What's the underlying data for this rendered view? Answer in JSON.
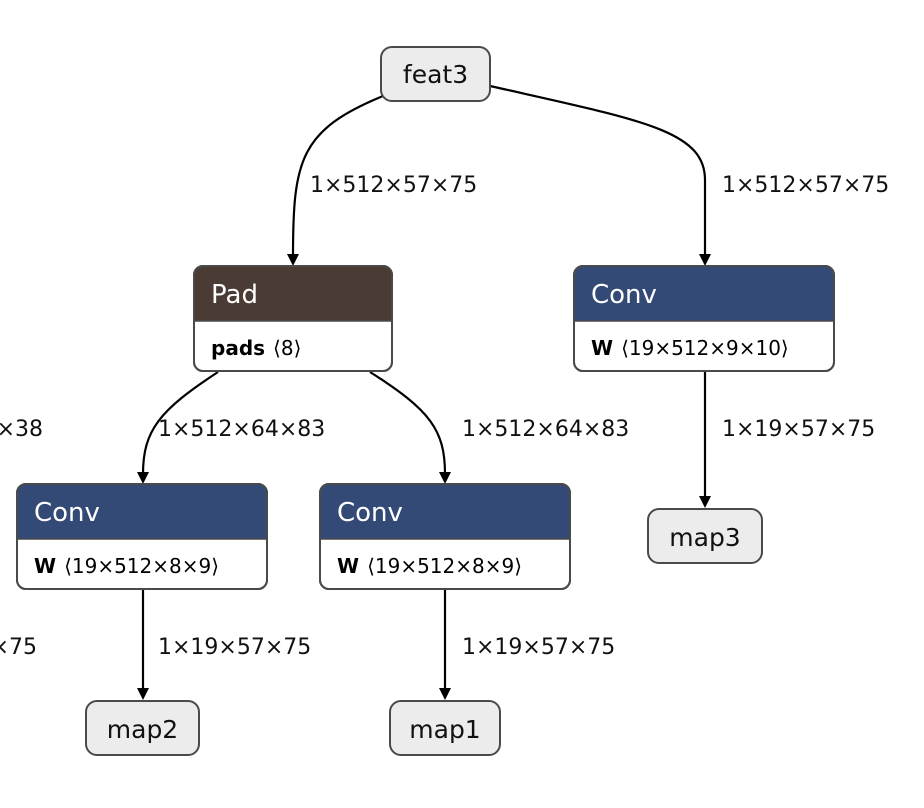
{
  "colors": {
    "conv_header": "#334a76",
    "pad_header": "#4b3b35",
    "io_fill": "#ececec",
    "outline": "#4a4a4a"
  },
  "nodes": {
    "feat3": "feat3",
    "pad": {
      "title": "Pad",
      "attr_key": "pads",
      "attr_val": "⟨8⟩"
    },
    "conv_left": {
      "title": "Conv",
      "attr_key": "W",
      "attr_val": "⟨19×512×8×9⟩"
    },
    "conv_mid": {
      "title": "Conv",
      "attr_key": "W",
      "attr_val": "⟨19×512×8×9⟩"
    },
    "conv_right": {
      "title": "Conv",
      "attr_key": "W",
      "attr_val": "⟨19×512×9×10⟩"
    },
    "map1": "map1",
    "map2": "map2",
    "map3": "map3"
  },
  "edges": {
    "feat3_to_pad": "1×512×57×75",
    "feat3_to_conv_right": "1×512×57×75",
    "pad_to_conv_left": "1×512×64×83",
    "pad_to_conv_mid": "1×512×64×83",
    "conv_right_to_map3": "1×19×57×75",
    "conv_left_to_map2": "1×19×57×75",
    "conv_mid_to_map1": "1×19×57×75",
    "offscreen_upper": "×38",
    "offscreen_lower": "×75"
  }
}
